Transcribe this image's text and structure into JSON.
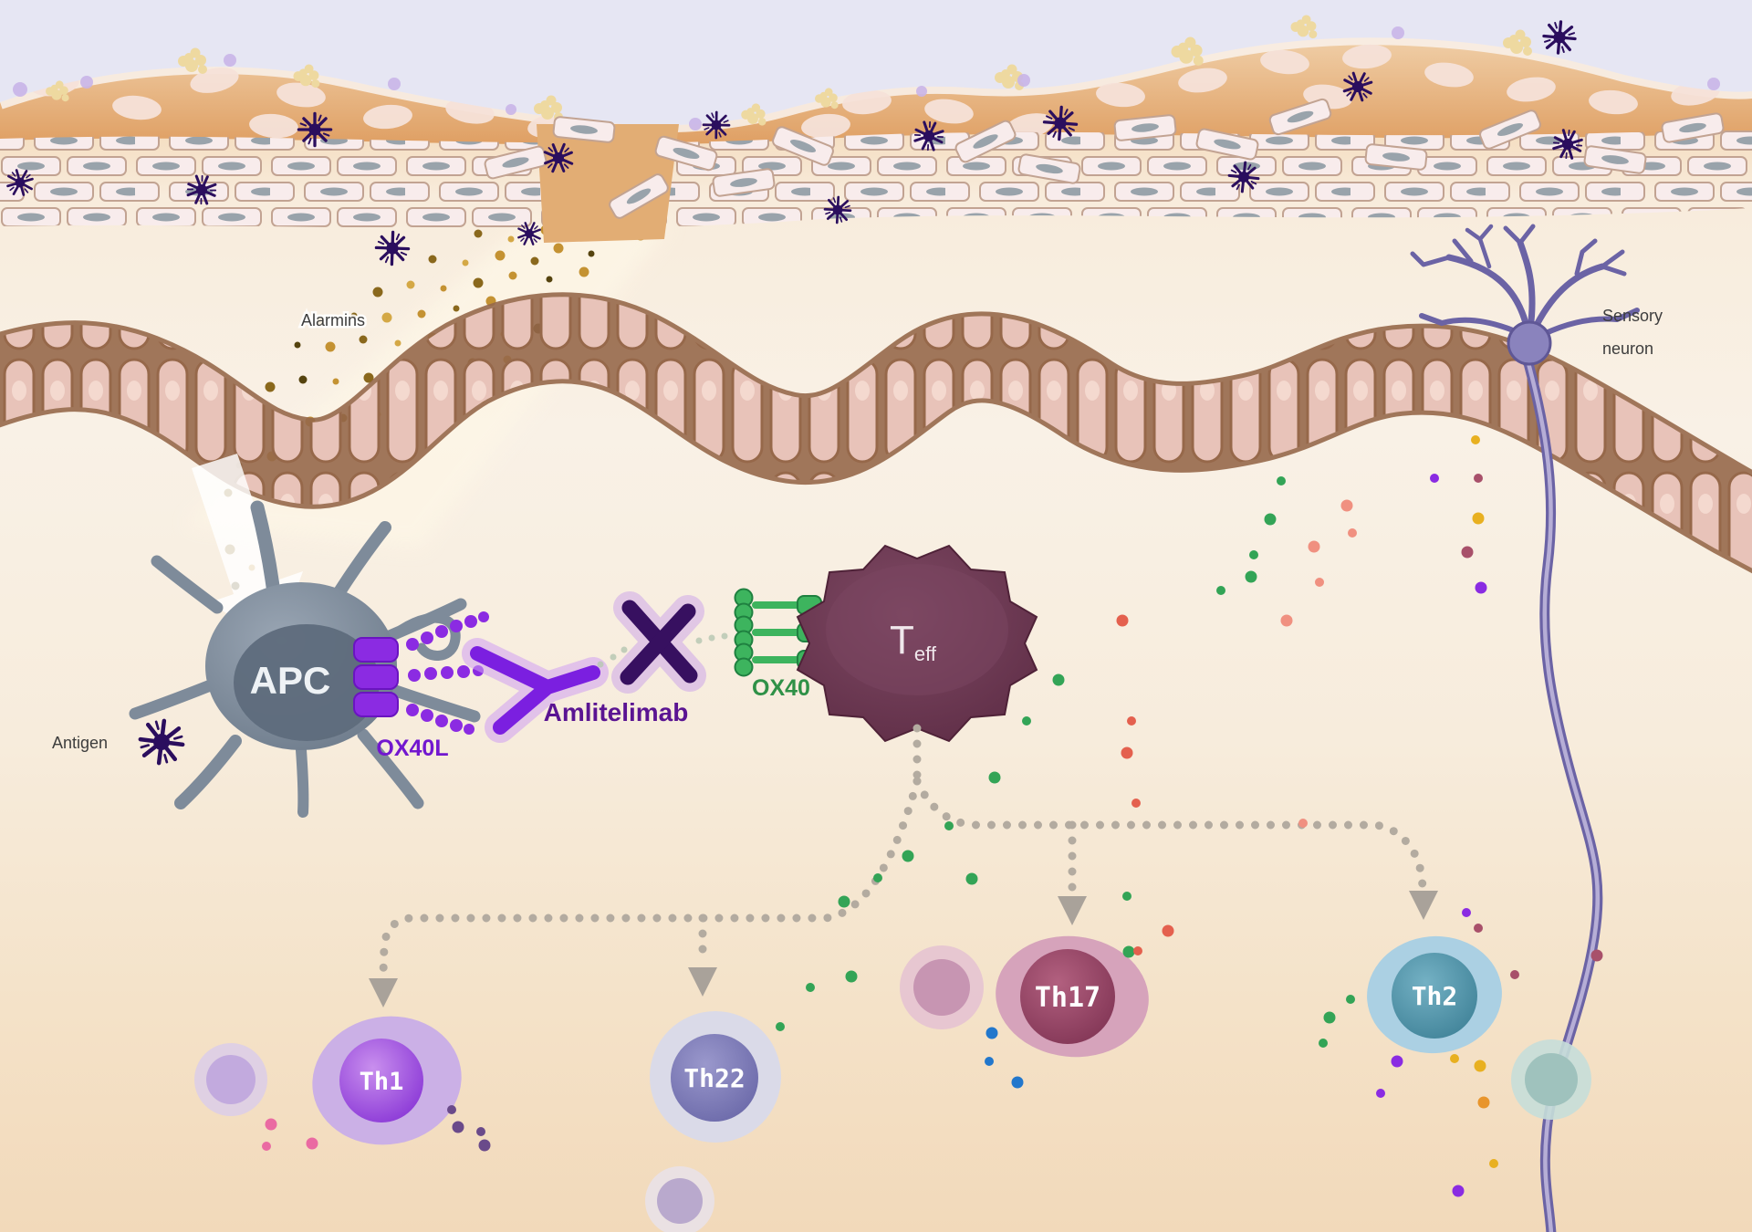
{
  "labels": {
    "alarmins": "Alarmins",
    "antigen": "Antigen",
    "apc": "APC",
    "ox40l": "OX40L",
    "amlitelimab": "Amlitelimab",
    "ox40": "OX40",
    "teff_main": "T",
    "teff_sub": "eff",
    "th1": "Th1",
    "th22": "Th22",
    "th17": "Th17",
    "th2": "Th2",
    "sensory_line1": "Sensory",
    "sensory_line2": "neuron"
  },
  "colors": {
    "sky": "#e6e6f3",
    "epidermis_tan": "#e0a76c",
    "corneum_cell": "#f8ecec",
    "corneum_nucleus": "#99a3ab",
    "basal_cell": "#e8c3b9",
    "basal_outline": "#96684a",
    "antigen_purple": "#2b0e5e",
    "annotation_text": "#3d3d3d",
    "apc_body": "#7e8b9a",
    "apc_nucleus": "#5e6c7c",
    "ox40l_purple": "#8b2be2",
    "ox40l_label": "#7217cf",
    "amlitelimab_purple": "#7b1fe0",
    "amlitelimab_label": "#5a1492",
    "block_x": "#371060",
    "ox40_green": "#3db45e",
    "ox40_label": "#2f9147",
    "teff_body": "#6e3a54",
    "th1": "#8f3ad8",
    "th22": "#7472b0",
    "th17": "#8e3d5c",
    "th2": "#478ea4",
    "neuron": "#6b63a5",
    "path_dots": "#b3aba0",
    "arrowhead": "#a9a29a"
  },
  "palettes": {
    "alarmin": [
      "#c49232",
      "#8a681c",
      "#55430e",
      "#d4a845"
    ],
    "cytokine": [
      "#33a456",
      "#e4604e",
      "#f09080",
      "#2277cc",
      "#e8b020",
      "#e8952c",
      "#8a2be2",
      "#a8506a",
      "#ea6aa2",
      "#6a4a8a"
    ]
  },
  "antigen_stars": [
    [
      345,
      142,
      1.1
    ],
    [
      612,
      173,
      1.0
    ],
    [
      785,
      137,
      0.9
    ],
    [
      221,
      208,
      1.0
    ],
    [
      430,
      272,
      1.1
    ],
    [
      580,
      256,
      0.8
    ],
    [
      918,
      230,
      0.9
    ],
    [
      1018,
      149,
      1.0
    ],
    [
      1162,
      135,
      1.1
    ],
    [
      1488,
      95,
      1.0
    ],
    [
      1709,
      41,
      1.1
    ],
    [
      1718,
      158,
      1.0
    ],
    [
      1363,
      194,
      1.0
    ],
    [
      22,
      200,
      0.9
    ],
    [
      177,
      813,
      1.5
    ]
  ],
  "alarmin_dots": [
    [
      610,
      160,
      0
    ],
    [
      650,
      175,
      1
    ],
    [
      690,
      160,
      2
    ],
    [
      625,
      200,
      0
    ],
    [
      665,
      215,
      3
    ],
    [
      700,
      195,
      1
    ],
    [
      600,
      225,
      2
    ],
    [
      640,
      240,
      0
    ],
    [
      598,
      252,
      0
    ],
    [
      632,
      256,
      2
    ],
    [
      668,
      250,
      1
    ],
    [
      702,
      258,
      0
    ],
    [
      560,
      262,
      3
    ],
    [
      524,
      256,
      1
    ],
    [
      612,
      272,
      0
    ],
    [
      648,
      278,
      2
    ],
    [
      586,
      286,
      1
    ],
    [
      548,
      280,
      0
    ],
    [
      510,
      288,
      3
    ],
    [
      474,
      284,
      1
    ],
    [
      640,
      298,
      0
    ],
    [
      602,
      306,
      2
    ],
    [
      562,
      302,
      0
    ],
    [
      524,
      310,
      1
    ],
    [
      486,
      316,
      0
    ],
    [
      450,
      312,
      3
    ],
    [
      414,
      320,
      1
    ],
    [
      616,
      328,
      0
    ],
    [
      578,
      334,
      2
    ],
    [
      538,
      330,
      0
    ],
    [
      500,
      338,
      1
    ],
    [
      462,
      344,
      0
    ],
    [
      424,
      348,
      3
    ],
    [
      388,
      346,
      1
    ],
    [
      352,
      352,
      0
    ],
    [
      590,
      360,
      2
    ],
    [
      552,
      366,
      0
    ],
    [
      512,
      362,
      1
    ],
    [
      474,
      370,
      0
    ],
    [
      436,
      376,
      3
    ],
    [
      398,
      372,
      1
    ],
    [
      362,
      380,
      0
    ],
    [
      326,
      378,
      2
    ],
    [
      556,
      394,
      0
    ],
    [
      518,
      398,
      1
    ],
    [
      480,
      404,
      0
    ],
    [
      442,
      408,
      3
    ],
    [
      404,
      414,
      1
    ],
    [
      368,
      418,
      0
    ],
    [
      332,
      416,
      2
    ],
    [
      296,
      424,
      1
    ],
    [
      528,
      438,
      0
    ],
    [
      490,
      444,
      1
    ],
    [
      452,
      448,
      0
    ],
    [
      414,
      454,
      3
    ],
    [
      376,
      458,
      1
    ],
    [
      340,
      462,
      0
    ],
    [
      304,
      460,
      2
    ],
    [
      268,
      468,
      1
    ],
    [
      298,
      500,
      0
    ],
    [
      262,
      510,
      2
    ],
    [
      250,
      540,
      1
    ],
    [
      252,
      602,
      1
    ],
    [
      276,
      622,
      0
    ],
    [
      258,
      642,
      2
    ]
  ],
  "cytokine_dots": [
    [
      1404,
      527,
      0
    ],
    [
      1392,
      569,
      0
    ],
    [
      1374,
      608,
      0
    ],
    [
      1371,
      632,
      0
    ],
    [
      1338,
      647,
      0
    ],
    [
      1160,
      745,
      0
    ],
    [
      1125,
      790,
      0
    ],
    [
      1090,
      852,
      0
    ],
    [
      1040,
      905,
      0
    ],
    [
      995,
      938,
      0
    ],
    [
      962,
      962,
      0
    ],
    [
      925,
      988,
      0
    ],
    [
      888,
      1082,
      0
    ],
    [
      933,
      1070,
      0
    ],
    [
      855,
      1125,
      0
    ],
    [
      1065,
      963,
      0
    ],
    [
      1235,
      982,
      0
    ],
    [
      1237,
      1043,
      0
    ],
    [
      1480,
      1095,
      0
    ],
    [
      1457,
      1115,
      0
    ],
    [
      1450,
      1143,
      0
    ],
    [
      1230,
      680,
      1
    ],
    [
      1240,
      790,
      1
    ],
    [
      1235,
      825,
      1
    ],
    [
      1245,
      880,
      1
    ],
    [
      1280,
      1020,
      1
    ],
    [
      1247,
      1042,
      1
    ],
    [
      1476,
      554,
      2
    ],
    [
      1482,
      584,
      2
    ],
    [
      1440,
      599,
      2
    ],
    [
      1446,
      638,
      2
    ],
    [
      1410,
      680,
      2
    ],
    [
      1428,
      902,
      2
    ],
    [
      1087,
      1132,
      3
    ],
    [
      1084,
      1163,
      3
    ],
    [
      1115,
      1186,
      3
    ],
    [
      1617,
      482,
      4
    ],
    [
      1620,
      568,
      4
    ],
    [
      1594,
      1160,
      4
    ],
    [
      1622,
      1168,
      4
    ],
    [
      1637,
      1275,
      4
    ],
    [
      1626,
      1208,
      5
    ],
    [
      1572,
      524,
      6
    ],
    [
      1623,
      644,
      6
    ],
    [
      1607,
      1000,
      6
    ],
    [
      1531,
      1163,
      6
    ],
    [
      1513,
      1198,
      6
    ],
    [
      1598,
      1305,
      6
    ],
    [
      1620,
      524,
      7
    ],
    [
      1608,
      605,
      7
    ],
    [
      1620,
      1017,
      7
    ],
    [
      1750,
      1047,
      7
    ],
    [
      1660,
      1068,
      7
    ],
    [
      297,
      1232,
      8
    ],
    [
      292,
      1256,
      8
    ],
    [
      342,
      1253,
      8
    ],
    [
      495,
      1216,
      9
    ],
    [
      502,
      1235,
      9
    ],
    [
      527,
      1240,
      9
    ],
    [
      531,
      1255,
      9
    ]
  ]
}
